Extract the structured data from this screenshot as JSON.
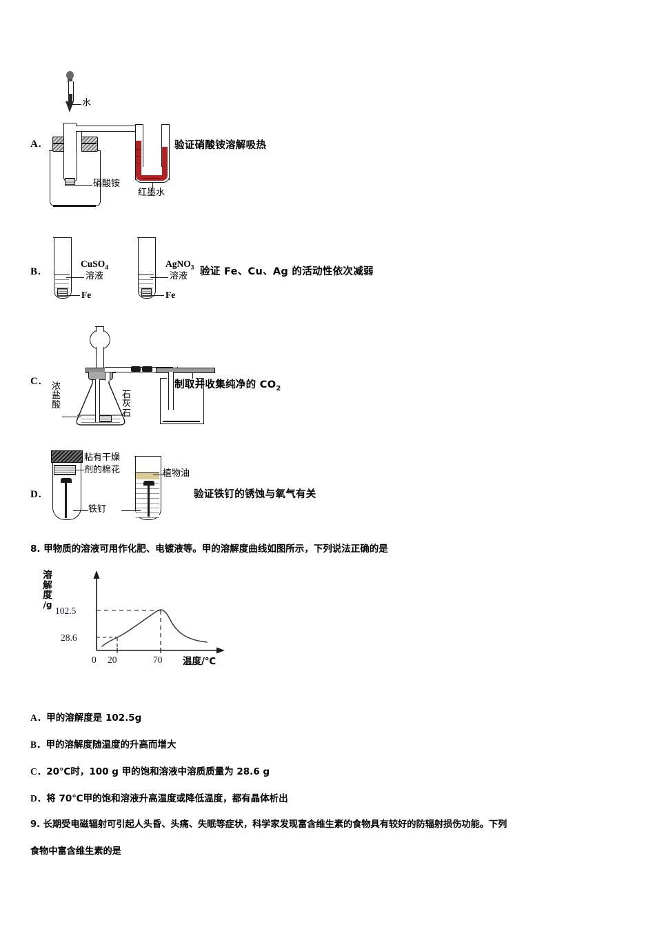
{
  "question7": {
    "options": [
      {
        "letter": "A.",
        "caption": "验证硝酸铵溶解吸热",
        "labels": {
          "water": "水",
          "ammonium_nitrate": "硝酸铵",
          "red_ink": "红墨水"
        }
      },
      {
        "letter": "B.",
        "caption": "验证 Fe、Cu、Ag 的活动性依次减弱",
        "labels": {
          "cuso4": "CuSO",
          "cuso4_sub": "4",
          "agno3": "AgNO",
          "agno3_sub": "3",
          "solution": "溶液",
          "iron": "Fe"
        }
      },
      {
        "letter": "C.",
        "caption_pre": "制取并收集纯净的 CO",
        "caption_sub": "2",
        "labels": {
          "conc_hcl": "浓盐酸",
          "limestone": "石灰石"
        }
      },
      {
        "letter": "D.",
        "caption": "验证铁钉的锈蚀与氧气有关",
        "labels": {
          "dry_cotton": "粘有干燥剂的棉花",
          "vegetable_oil": "植物油",
          "iron_nail": "铁钉"
        }
      }
    ]
  },
  "question8": {
    "stem": "8. 甲物质的溶液可用作化肥、电镀液等。甲的溶解度曲线如图所示，下列说法正确的是",
    "choices": [
      {
        "letter": "A．",
        "text": "甲的溶解度是 102.5g"
      },
      {
        "letter": "B．",
        "text": "甲的溶解度随温度的升高而增大"
      },
      {
        "letter": "C．",
        "text": "20℃时，100 g 甲的饱和溶液中溶质质量为 28.6 g"
      },
      {
        "letter": "D．",
        "text": "将 70℃甲的饱和溶液升高温度或降低温度，都有晶体析出"
      }
    ]
  },
  "chart_data": {
    "type": "line",
    "title": "",
    "xlabel": "温度/℃",
    "ylabel": "溶解度/g",
    "ylabel_chars": [
      "溶",
      "解",
      "度",
      "/g"
    ],
    "x_ticks": [
      0,
      20,
      70
    ],
    "x_tick_labels": [
      "0",
      "20",
      "70"
    ],
    "y_ticks": [
      28.6,
      102.5
    ],
    "y_tick_labels": [
      "28.6",
      "102.5"
    ],
    "grid": false,
    "legend": "none",
    "annotations": [
      {
        "label": "102.5",
        "x": 70,
        "y": 102.5,
        "dashed": true
      },
      {
        "label": "28.6",
        "x": 20,
        "y": 28.6,
        "dashed": true
      }
    ],
    "series": [
      {
        "name": "甲",
        "x": [
          5,
          10,
          20,
          30,
          40,
          50,
          60,
          65,
          70,
          75,
          80,
          85,
          90,
          95
        ],
        "y": [
          14,
          20,
          28.6,
          40,
          54,
          68,
          84,
          95,
          102.5,
          98,
          86,
          74,
          65,
          58
        ]
      }
    ],
    "xlim": [
      0,
      100
    ],
    "ylim": [
      0,
      120
    ]
  },
  "question9": {
    "line1": "9. 长期受电磁辐射可引起人头昏、头痛、失眠等症状，科学家发现富含维生素的食物具有较好的防辐射损伤功能。下列",
    "line2": "食物中富含维生素的是"
  },
  "colors": {
    "red_ink": "#b52020",
    "red_ink_dark": "#8c1515",
    "oil": "#d9cb92",
    "stopper": "#4a4a4a",
    "glass_stroke": "#1a1a1a",
    "axis_num": "#16163a"
  }
}
